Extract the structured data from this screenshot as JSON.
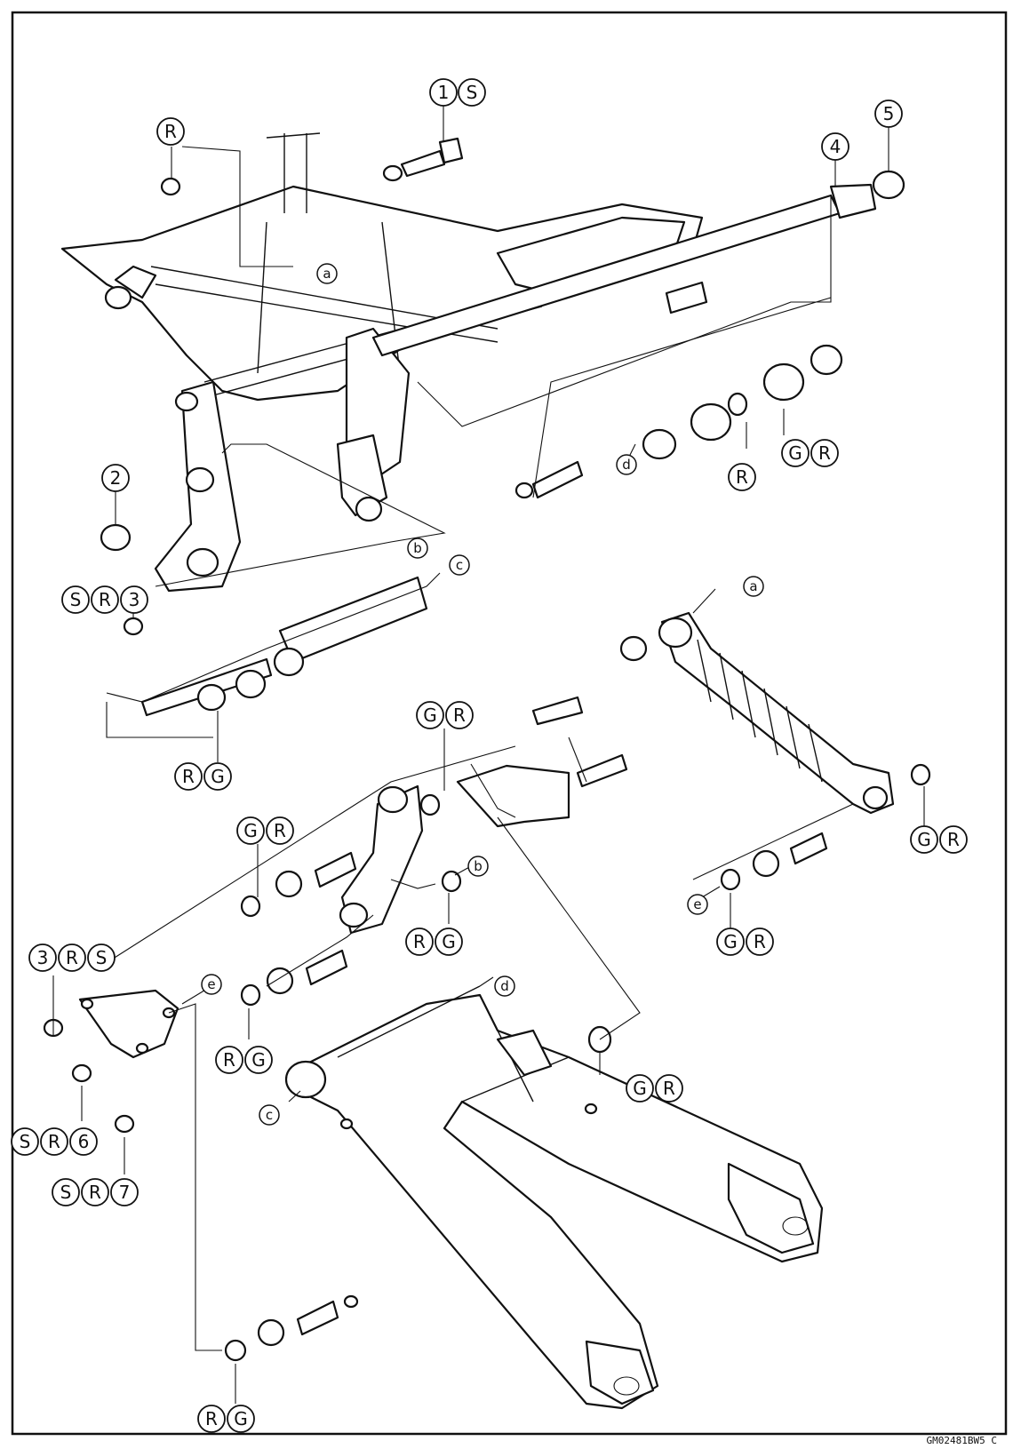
{
  "figure_code": "GM02481BW5 C",
  "symbols": {
    "one": "1",
    "two": "2",
    "three": "3",
    "four": "4",
    "five": "5",
    "six": "6",
    "seven": "7",
    "S": "S",
    "R": "R",
    "G": "G",
    "a": "a",
    "b": "b",
    "c": "c",
    "d": "d",
    "e": "e"
  }
}
